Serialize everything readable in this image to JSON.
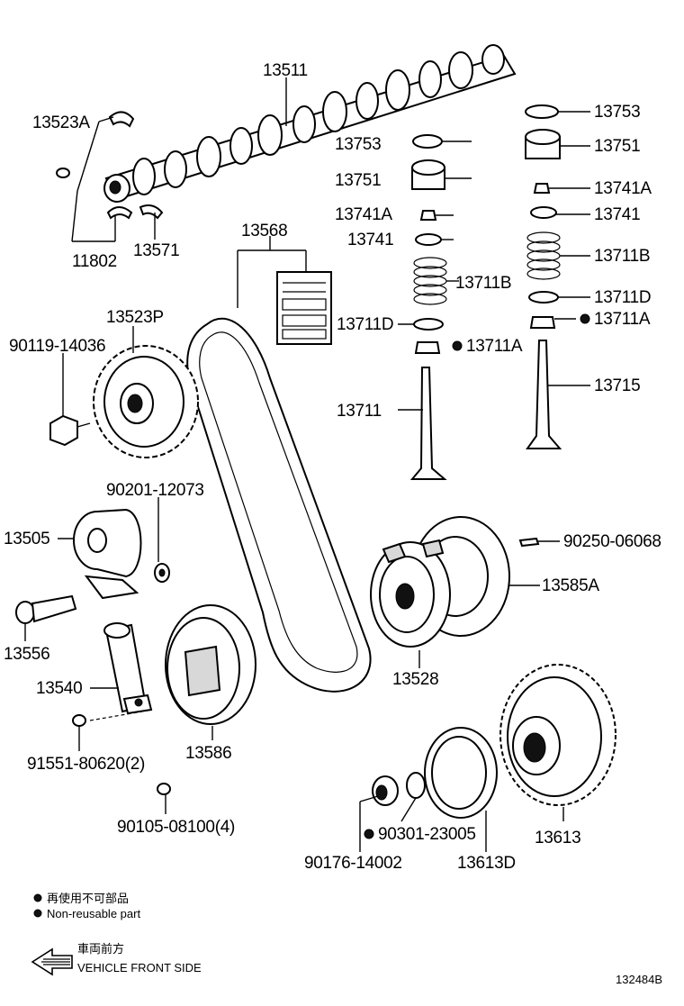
{
  "diagram_id": "132484B",
  "legend": {
    "non_reusable_jp": "再使用不可部品",
    "non_reusable_en": "Non-reusable part",
    "front_jp": "車両前方",
    "front_en": "VEHICLE FRONT SIDE"
  },
  "parts": {
    "p13511": "13511",
    "p13523A": "13523A",
    "p11802": "11802",
    "p13571": "13571",
    "p13568": "13568",
    "p13523P": "13523P",
    "p90119": "90119-14036",
    "p90201": "90201-12073",
    "p13505": "13505",
    "p13556": "13556",
    "p13540": "13540",
    "p91551": "91551-80620(2)",
    "p13586": "13586",
    "p90105": "90105-08100(4)",
    "p90176": "90176-14002",
    "p90301": "90301-23005",
    "p13613D": "13613D",
    "p13613": "13613",
    "p13528": "13528",
    "p13585A": "13585A",
    "p90250": "90250-06068",
    "p13753L": "13753",
    "p13751L": "13751",
    "p13741AL": "13741A",
    "p13741L": "13741",
    "p13711BL": "13711B",
    "p13711DL": "13711D",
    "p13711AL": "13711A",
    "p13711": "13711",
    "p13753R": "13753",
    "p13751R": "13751",
    "p13741AR": "13741A",
    "p13741R": "13741",
    "p13711BR": "13711B",
    "p13711DR": "13711D",
    "p13711AR": "13711A",
    "p13715": "13715"
  }
}
